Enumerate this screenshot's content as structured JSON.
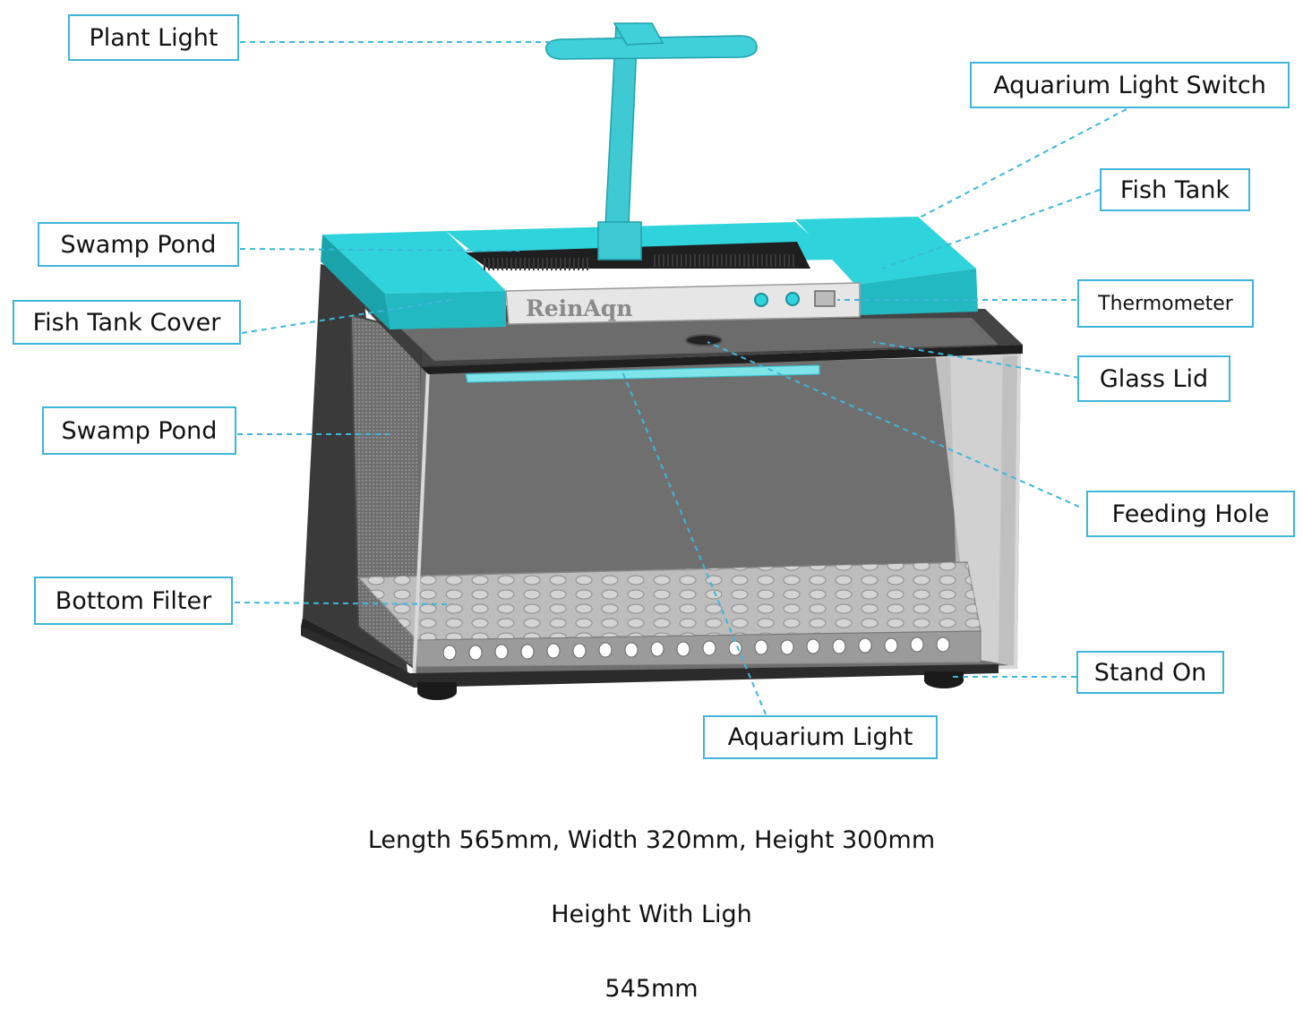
{
  "labels": {
    "plant_light": "Plant Light",
    "aquarium_light_switch": "Aquarium Light Switch",
    "fish_tank": "Fish Tank",
    "swamp_pond_top": "Swamp Pond",
    "fish_tank_cover": "Fish Tank Cover",
    "thermometer": "Thermometer",
    "glass_lid": "Glass Lid",
    "swamp_pond_side": "Swamp Pond",
    "feeding_hole": "Feeding Hole",
    "bottom_filter": "Bottom Filter",
    "stand_on": "Stand On",
    "aquarium_light": "Aquarium Light"
  },
  "brand": "ReinAqn",
  "captions": {
    "dimensions": "Length 565mm, Width 320mm, Height 300mm",
    "height_label": "Height With Ligh",
    "height_value": "545mm"
  },
  "colors": {
    "accent": "#3fb6d9",
    "cyan": "#2fd3dc",
    "frame": "#2b2b2b"
  }
}
